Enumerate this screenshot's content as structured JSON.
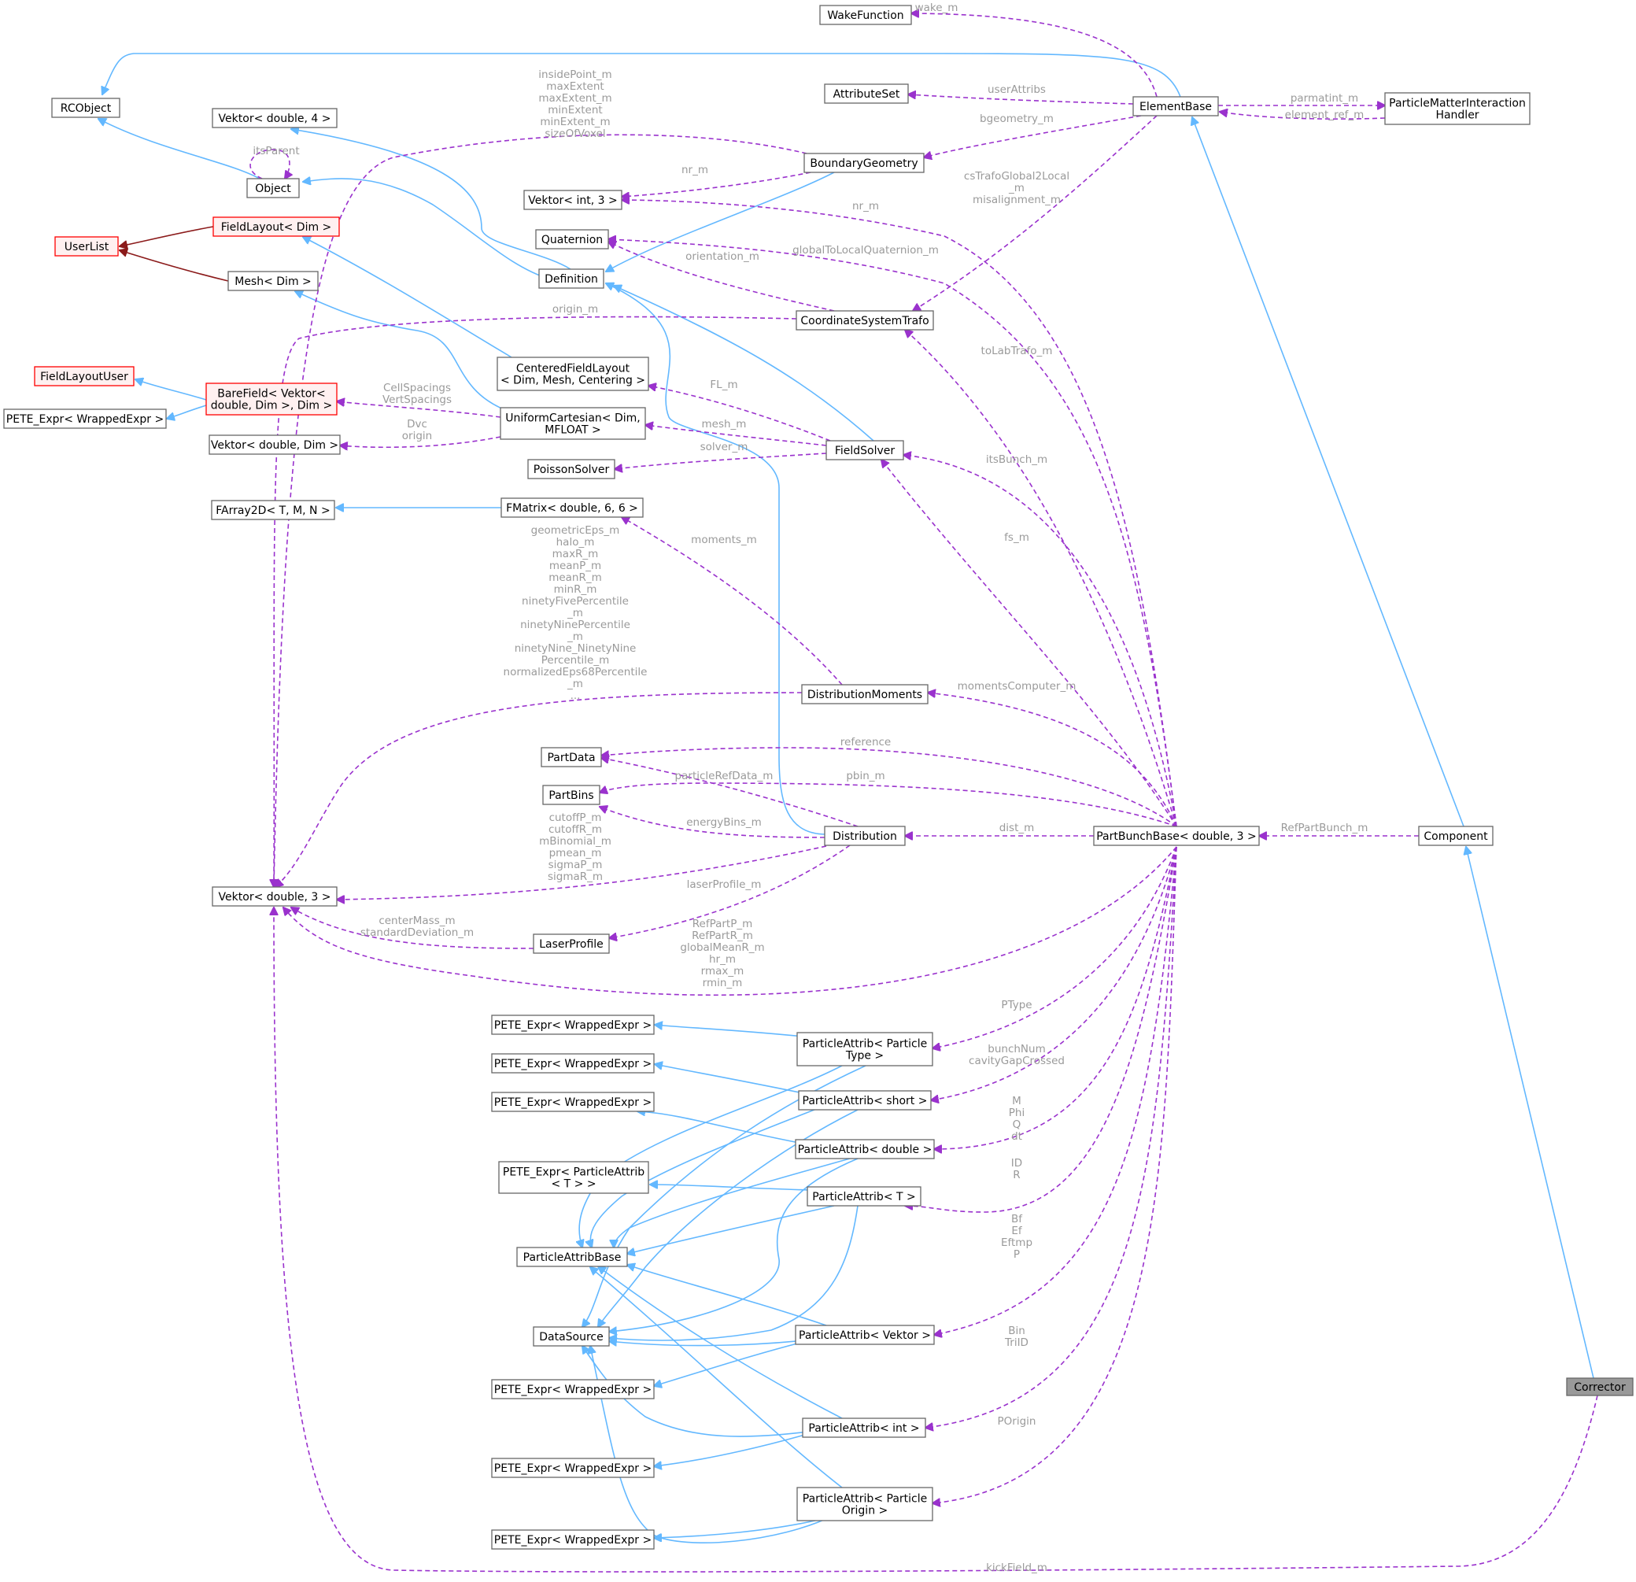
{
  "diagram": {
    "title": "",
    "nodes": [
      {
        "id": "WakeFunction",
        "lines": [
          "WakeFunction"
        ]
      },
      {
        "id": "AttributeSet",
        "lines": [
          "AttributeSet"
        ]
      },
      {
        "id": "ElementBase",
        "lines": [
          "ElementBase"
        ]
      },
      {
        "id": "PMIH",
        "lines": [
          "ParticleMatterInteraction",
          "Handler"
        ]
      },
      {
        "id": "RCObject",
        "lines": [
          "RCObject"
        ]
      },
      {
        "id": "Vektor_d4",
        "lines": [
          "Vektor< double, 4 >"
        ]
      },
      {
        "id": "Object",
        "lines": [
          "Object"
        ]
      },
      {
        "id": "BoundaryGeometry",
        "lines": [
          "BoundaryGeometry"
        ]
      },
      {
        "id": "Vektor_i3",
        "lines": [
          "Vektor< int, 3 >"
        ]
      },
      {
        "id": "Quaternion",
        "lines": [
          "Quaternion"
        ]
      },
      {
        "id": "FieldLayout",
        "lines": [
          "FieldLayout< Dim >"
        ],
        "style": "red"
      },
      {
        "id": "UserList",
        "lines": [
          "UserList"
        ],
        "style": "red"
      },
      {
        "id": "Mesh",
        "lines": [
          "Mesh< Dim >"
        ]
      },
      {
        "id": "Definition",
        "lines": [
          "Definition"
        ]
      },
      {
        "id": "CST",
        "lines": [
          "CoordinateSystemTrafo"
        ]
      },
      {
        "id": "FieldLayoutUser",
        "lines": [
          "FieldLayoutUser"
        ],
        "style": "red"
      },
      {
        "id": "BareField",
        "lines": [
          "BareField< Vektor<",
          "double, Dim >, Dim >"
        ],
        "style": "red"
      },
      {
        "id": "PETE_top",
        "lines": [
          "PETE_Expr< WrappedExpr >"
        ]
      },
      {
        "id": "CFL",
        "lines": [
          "CenteredFieldLayout",
          "< Dim, Mesh, Centering >"
        ]
      },
      {
        "id": "UC",
        "lines": [
          "UniformCartesian< Dim,",
          "MFLOAT >"
        ]
      },
      {
        "id": "Vektor_dDim",
        "lines": [
          "Vektor< double, Dim >"
        ]
      },
      {
        "id": "FieldSolver",
        "lines": [
          "FieldSolver"
        ]
      },
      {
        "id": "PoissonSolver",
        "lines": [
          "PoissonSolver"
        ]
      },
      {
        "id": "FArray2D",
        "lines": [
          "FArray2D< T, M, N >"
        ]
      },
      {
        "id": "FMatrix",
        "lines": [
          "FMatrix< double, 6, 6 >"
        ]
      },
      {
        "id": "DistMoments",
        "lines": [
          "DistributionMoments"
        ]
      },
      {
        "id": "PartData",
        "lines": [
          "PartData"
        ]
      },
      {
        "id": "PartBins",
        "lines": [
          "PartBins"
        ]
      },
      {
        "id": "Distribution",
        "lines": [
          "Distribution"
        ]
      },
      {
        "id": "PartBunchBase",
        "lines": [
          "PartBunchBase< double, 3 >"
        ]
      },
      {
        "id": "Component",
        "lines": [
          "Component"
        ]
      },
      {
        "id": "Vektor_d3",
        "lines": [
          "Vektor< double, 3 >"
        ]
      },
      {
        "id": "LaserProfile",
        "lines": [
          "LaserProfile"
        ]
      },
      {
        "id": "PETE_w1",
        "lines": [
          "PETE_Expr< WrappedExpr >"
        ]
      },
      {
        "id": "PA_PType",
        "lines": [
          "ParticleAttrib< Particle",
          "Type >"
        ]
      },
      {
        "id": "PETE_w2",
        "lines": [
          "PETE_Expr< WrappedExpr >"
        ]
      },
      {
        "id": "PA_short",
        "lines": [
          "ParticleAttrib< short >"
        ]
      },
      {
        "id": "PETE_w3",
        "lines": [
          "PETE_Expr< WrappedExpr >"
        ]
      },
      {
        "id": "PA_double",
        "lines": [
          "ParticleAttrib< double >"
        ]
      },
      {
        "id": "PETE_PA",
        "lines": [
          "PETE_Expr< ParticleAttrib",
          "< T > >"
        ]
      },
      {
        "id": "PA_T",
        "lines": [
          "ParticleAttrib< T >"
        ]
      },
      {
        "id": "PABase",
        "lines": [
          "ParticleAttribBase"
        ]
      },
      {
        "id": "DataSource",
        "lines": [
          "DataSource"
        ]
      },
      {
        "id": "PA_Vektor",
        "lines": [
          "ParticleAttrib< Vektor >"
        ]
      },
      {
        "id": "PETE_w4",
        "lines": [
          "PETE_Expr< WrappedExpr >"
        ]
      },
      {
        "id": "PA_int",
        "lines": [
          "ParticleAttrib< int >"
        ]
      },
      {
        "id": "PETE_w5",
        "lines": [
          "PETE_Expr< WrappedExpr >"
        ]
      },
      {
        "id": "PA_POrigin",
        "lines": [
          "ParticleAttrib< Particle",
          "Origin >"
        ]
      },
      {
        "id": "PETE_w6",
        "lines": [
          "PETE_Expr< WrappedExpr >"
        ]
      },
      {
        "id": "Corrector",
        "lines": [
          "Corrector"
        ],
        "style": "focus"
      }
    ],
    "edge_labels": [
      {
        "id": "wake",
        "lines": [
          "wake_m"
        ]
      },
      {
        "id": "userAttribs",
        "lines": [
          "userAttribs"
        ]
      },
      {
        "id": "parmatint",
        "lines": [
          "parmatint_m"
        ]
      },
      {
        "id": "elementref",
        "lines": [
          "element_ref_m"
        ]
      },
      {
        "id": "bgeometry",
        "lines": [
          "bgeometry_m"
        ]
      },
      {
        "id": "insidePoint",
        "lines": [
          "insidePoint_m",
          "maxExtent",
          "maxExtent_m",
          "minExtent",
          "minExtent_m",
          "sizeOfVoxel"
        ]
      },
      {
        "id": "itsParent",
        "lines": [
          "itsParent"
        ]
      },
      {
        "id": "nr_bg",
        "lines": [
          "nr_m"
        ]
      },
      {
        "id": "csTrafo",
        "lines": [
          "csTrafoGlobal2Local",
          "_m",
          "misalignment_m"
        ]
      },
      {
        "id": "nr_pb",
        "lines": [
          "nr_m"
        ]
      },
      {
        "id": "globalToLocal",
        "lines": [
          "globalToLocalQuaternion_m"
        ]
      },
      {
        "id": "orientation",
        "lines": [
          "orientation_m"
        ]
      },
      {
        "id": "origin",
        "lines": [
          "origin_m"
        ]
      },
      {
        "id": "toLabTrafo",
        "lines": [
          "toLabTrafo_m"
        ]
      },
      {
        "id": "cellSpacings",
        "lines": [
          "CellSpacings",
          "VertSpacings"
        ]
      },
      {
        "id": "FL",
        "lines": [
          "FL_m"
        ]
      },
      {
        "id": "mesh",
        "lines": [
          "mesh_m"
        ]
      },
      {
        "id": "dvc",
        "lines": [
          "Dvc",
          "origin"
        ]
      },
      {
        "id": "solver",
        "lines": [
          "solver_m"
        ]
      },
      {
        "id": "itsBunch",
        "lines": [
          "itsBunch_m"
        ]
      },
      {
        "id": "moments",
        "lines": [
          "moments_m"
        ]
      },
      {
        "id": "fs",
        "lines": [
          "fs_m"
        ]
      },
      {
        "id": "geometricEps",
        "lines": [
          "geometricEps_m",
          "halo_m",
          "maxR_m",
          "meanP_m",
          "meanR_m",
          "minR_m",
          "ninetyFivePercentile",
          "_m",
          "ninetyNinePercentile",
          "_m",
          "ninetyNine_NinetyNine",
          "Percentile_m",
          "normalizedEps68Percentile",
          "_m",
          "..."
        ]
      },
      {
        "id": "momentsComputer",
        "lines": [
          "momentsComputer_m"
        ]
      },
      {
        "id": "reference",
        "lines": [
          "reference"
        ]
      },
      {
        "id": "particleRefData",
        "lines": [
          "particleRefData_m"
        ]
      },
      {
        "id": "pbin",
        "lines": [
          "pbin_m"
        ]
      },
      {
        "id": "energyBins",
        "lines": [
          "energyBins_m"
        ]
      },
      {
        "id": "dist",
        "lines": [
          "dist_m"
        ]
      },
      {
        "id": "refPartBunch",
        "lines": [
          "RefPartBunch_m"
        ]
      },
      {
        "id": "cutoffP",
        "lines": [
          "cutoffP_m",
          "cutoffR_m",
          "mBinomial_m",
          "pmean_m",
          "sigmaP_m",
          "sigmaR_m"
        ]
      },
      {
        "id": "laserProfile",
        "lines": [
          "laserProfile_m"
        ]
      },
      {
        "id": "centerMass",
        "lines": [
          "centerMass_m",
          "standardDeviation_m"
        ]
      },
      {
        "id": "refPartP",
        "lines": [
          "RefPartP_m",
          "RefPartR_m",
          "globalMeanR_m",
          "hr_m",
          "rmax_m",
          "rmin_m"
        ]
      },
      {
        "id": "ptype",
        "lines": [
          "PType"
        ]
      },
      {
        "id": "bunchNum",
        "lines": [
          "bunchNum",
          "cavityGapCrossed"
        ]
      },
      {
        "id": "mphi",
        "lines": [
          "M",
          "Phi",
          "Q",
          "dt"
        ]
      },
      {
        "id": "idr",
        "lines": [
          "ID",
          "R"
        ]
      },
      {
        "id": "bf",
        "lines": [
          "Bf",
          "Ef",
          "Eftmp",
          "P"
        ]
      },
      {
        "id": "bin",
        "lines": [
          "Bin",
          "TriID"
        ]
      },
      {
        "id": "porigin",
        "lines": [
          "POrigin"
        ]
      },
      {
        "id": "kickField",
        "lines": [
          "kickField_m"
        ]
      }
    ]
  }
}
